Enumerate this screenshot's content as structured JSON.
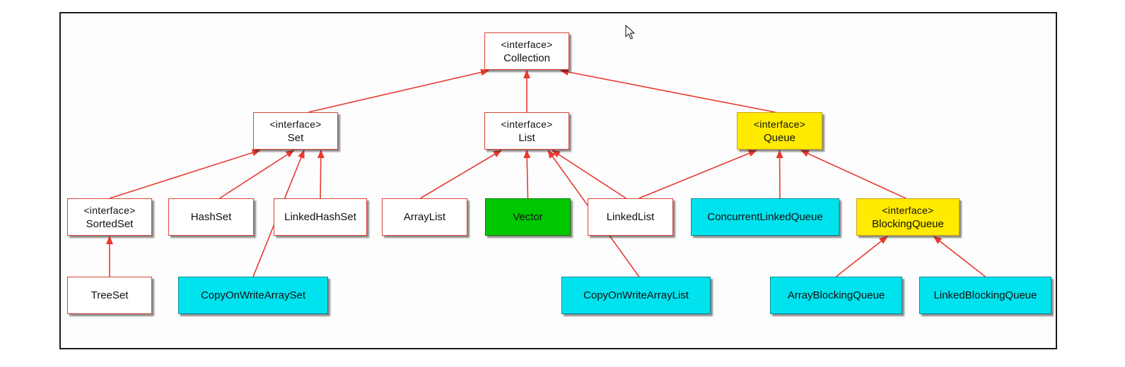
{
  "colors": {
    "edge": "#e8392f",
    "queue_interface": "#ffea00",
    "legacy": "#00c800",
    "concurrent": "#00e3ef",
    "default": "#ffffff"
  },
  "nodes": {
    "collection": {
      "stereotype": "<interface>",
      "name": "Collection"
    },
    "set": {
      "stereotype": "<interface>",
      "name": "Set"
    },
    "list": {
      "stereotype": "<interface>",
      "name": "List"
    },
    "queue": {
      "stereotype": "<interface>",
      "name": "Queue"
    },
    "sortedset": {
      "stereotype": "<interface>",
      "name": "SortedSet"
    },
    "hashset": {
      "name": "HashSet"
    },
    "linkedhashset": {
      "name": "LinkedHashSet"
    },
    "arraylist": {
      "name": "ArrayList"
    },
    "vector": {
      "name": "Vector"
    },
    "linkedlist": {
      "name": "LinkedList"
    },
    "concurrentlinkedqueue": {
      "name": "ConcurrentLinkedQueue"
    },
    "blockingqueue": {
      "stereotype": "<interface>",
      "name": "BlockingQueue"
    },
    "treeset": {
      "name": "TreeSet"
    },
    "copyonwritearrayset": {
      "name": "CopyOnWriteArraySet"
    },
    "copyonwritearraylist": {
      "name": "CopyOnWriteArrayList"
    },
    "arrayblockingqueue": {
      "name": "ArrayBlockingQueue"
    },
    "linkedblockingqueue": {
      "name": "LinkedBlockingQueue"
    }
  },
  "edges": [
    [
      "set",
      "collection"
    ],
    [
      "list",
      "collection"
    ],
    [
      "queue",
      "collection"
    ],
    [
      "sortedset",
      "set"
    ],
    [
      "hashset",
      "set"
    ],
    [
      "linkedhashset",
      "set"
    ],
    [
      "copyonwritearrayset",
      "set"
    ],
    [
      "arraylist",
      "list"
    ],
    [
      "vector",
      "list"
    ],
    [
      "linkedlist",
      "list"
    ],
    [
      "copyonwritearraylist",
      "list"
    ],
    [
      "linkedlist",
      "queue"
    ],
    [
      "concurrentlinkedqueue",
      "queue"
    ],
    [
      "blockingqueue",
      "queue"
    ],
    [
      "treeset",
      "sortedset"
    ],
    [
      "arrayblockingqueue",
      "blockingqueue"
    ],
    [
      "linkedblockingqueue",
      "blockingqueue"
    ]
  ]
}
